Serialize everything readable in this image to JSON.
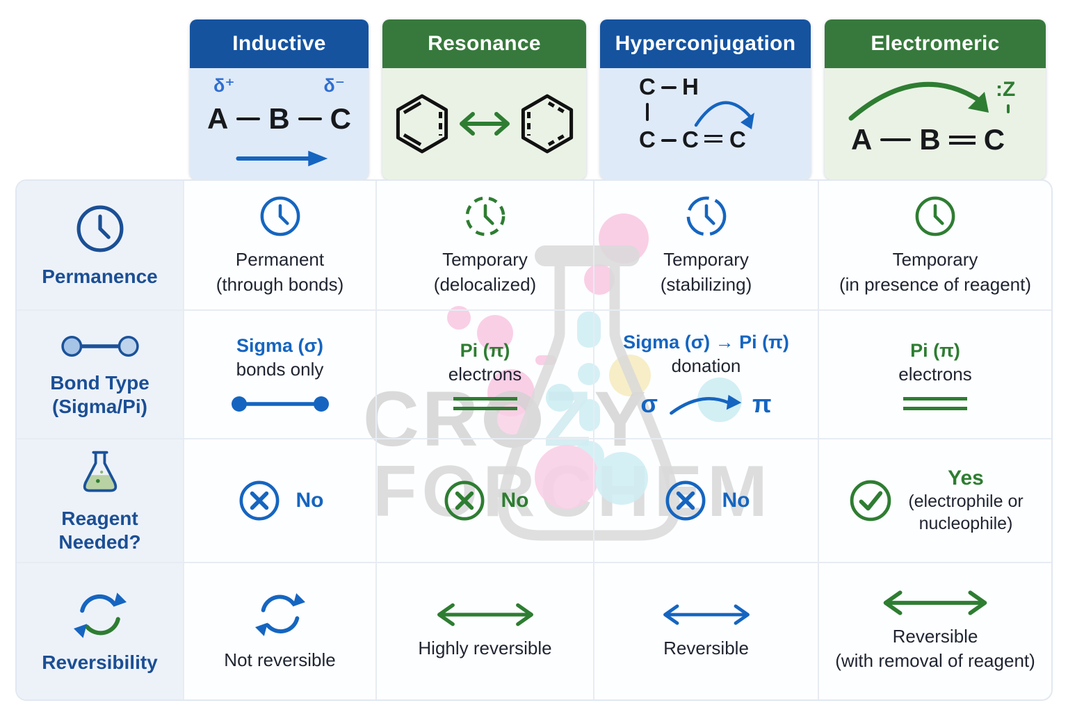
{
  "colors": {
    "blue_header": "#15539f",
    "green_header": "#37793c",
    "blue_panel": "#dfeaf8",
    "green_panel": "#eaf2e5",
    "label_panel": "#edf2f9",
    "accent_blue": "#1565c0",
    "accent_green": "#2e7d32",
    "label_text": "#1b4f94",
    "body_text": "#1f2430"
  },
  "columns": [
    {
      "title": "Inductive",
      "theme": "blue"
    },
    {
      "title": "Resonance",
      "theme": "green"
    },
    {
      "title": "Hyperconjugation",
      "theme": "blue"
    },
    {
      "title": "Electromeric",
      "theme": "green"
    }
  ],
  "illustrations": {
    "inductive": {
      "delta_plus": "δ⁺",
      "delta_minus": "δ⁻",
      "atom_a": "A",
      "atom_b": "B",
      "atom_c": "C"
    },
    "hyperconjugation": {
      "c1": "C",
      "h": "H",
      "c2": "C",
      "c3": "C",
      "c4": "C"
    },
    "electromeric": {
      "atom_a": "A",
      "atom_b": "B",
      "atom_c": "C",
      "z": ":Z"
    }
  },
  "rows": [
    {
      "label": "Permanence",
      "cells": [
        {
          "line1": "Permanent",
          "line2": "(through bonds)"
        },
        {
          "line1": "Temporary",
          "line2": "(delocalized)"
        },
        {
          "line1": "Temporary",
          "line2": "(stabilizing)"
        },
        {
          "line1": "Temporary",
          "line2": "(in presence of reagent)"
        }
      ]
    },
    {
      "label": "Bond Type",
      "label2": "(Sigma/Pi)",
      "cells": [
        {
          "title": "Sigma (σ)",
          "sub": "bonds only"
        },
        {
          "title": "Pi (π)",
          "sub": "electrons"
        },
        {
          "title": "Sigma (σ) → Pi (π)",
          "sub": "donation",
          "sigma": "σ",
          "pi": "π"
        },
        {
          "title": "Pi (π)",
          "sub": "electrons"
        }
      ]
    },
    {
      "label": "Reagent",
      "label2": "Needed?",
      "cells": [
        {
          "answer": "No"
        },
        {
          "answer": "No"
        },
        {
          "answer": "No"
        },
        {
          "answer": "Yes",
          "sub1": "(electrophile or",
          "sub2": "nucleophile)"
        }
      ]
    },
    {
      "label": "Reversibility",
      "cells": [
        {
          "line1": "Not reversible"
        },
        {
          "line1": "Highly reversible"
        },
        {
          "line1": "Reversible"
        },
        {
          "line1": "Reversible",
          "line2": "(with removal of reagent)"
        }
      ]
    }
  ],
  "watermark": {
    "left": "CR",
    "z": "Z",
    "y": "Y",
    "bottom": "FORCHEM"
  }
}
